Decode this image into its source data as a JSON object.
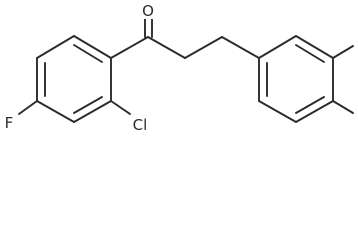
{
  "molecule": {
    "atoms": {
      "oxygen": "O",
      "chlorine": "Cl",
      "fluorine": "F"
    }
  }
}
